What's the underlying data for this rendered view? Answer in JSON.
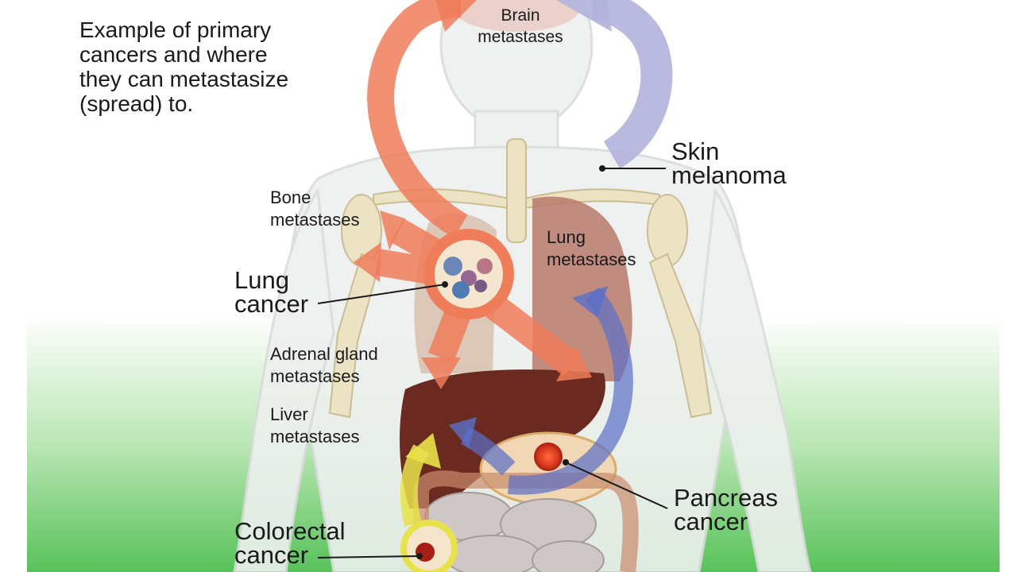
{
  "diagram": {
    "intro": "Example of primary\ncancers and where\nthey can metastasize\n(spread) to.",
    "labels": {
      "brain_metastases": "Brain\nmetastases",
      "skin_melanoma": "Skin\nmelanoma",
      "bone_metastases": "Bone\nmetastases",
      "lung_metastases": "Lung\nmetastases",
      "lung_cancer": "Lung\ncancer",
      "adrenal_gland_metastases": "Adrenal gland\nmetastases",
      "liver_metastases": "Liver\nmetastases",
      "pancreas_cancer": "Pancreas\ncancer",
      "colorectal_cancer": "Colorectal\ncancer"
    },
    "colors": {
      "lung_cancer_arrows": "#ef7d5a",
      "melanoma_arrow": "#b3b3dd",
      "pancreas_arrows": "#5a6fc8",
      "colorectal_arrows": "#e8e24a",
      "liver": "#6b2a20",
      "background_gradient_bottom": "#58c25a"
    }
  }
}
